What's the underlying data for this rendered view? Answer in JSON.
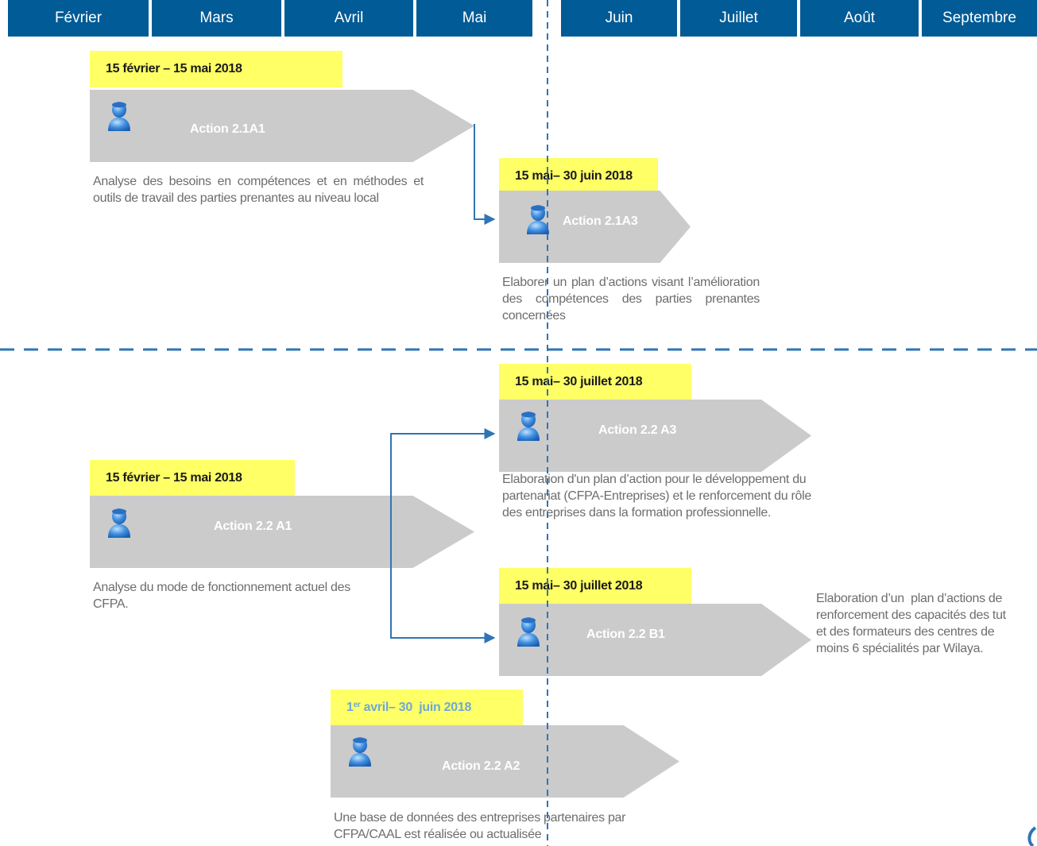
{
  "months": [
    "Février",
    "Mars",
    "Avril",
    "Mai",
    "Juin",
    "Juillet",
    "Août",
    "Septembre"
  ],
  "actions": {
    "a21a1": {
      "dates": "15 février – 15 mai 2018",
      "label": "Action 2.1A1",
      "desc": "Analyse des besoins en compétences et en méthodes et outils de travail des parties prenantes au niveau local"
    },
    "a21a3": {
      "dates": "15 mai– 30 juin 2018",
      "label": "Action 2.1A3",
      "desc": "Elaborer un plan d’actions visant l’amélioration des compétences des parties prenantes concernées"
    },
    "a22a3": {
      "dates": "15 mai– 30 juillet 2018",
      "label": "Action 2.2 A3",
      "desc": "Elaboration d'un plan d’action pour le développement du\npartenariat (CFPA-Entreprises) et le renforcement du rôle\ndes entreprises dans la formation professionnelle."
    },
    "a22a1": {
      "dates": "15 février – 15 mai 2018",
      "label": "Action 2.2 A1",
      "desc": "Analyse du mode de fonctionnement actuel des\nCFPA."
    },
    "a22b1": {
      "dates": "15 mai– 30 juillet 2018",
      "label": "Action 2.2  B1",
      "desc": "Elaboration d’un  plan d’actions de\nrenforcement des capacités des tut\net des formateurs des centres de\nmoins 6 spécialités par Wilaya."
    },
    "a22a2": {
      "date_sup": "er",
      "date_pre": "1",
      "date_rest": " avril– 30  juin 2018",
      "label": "Action 2.2 A2",
      "desc": "Une base de données des entreprises partenaires par\nCFPA/CAAL est réalisée ou actualisée"
    }
  },
  "icons": {
    "user": "user-icon",
    "connector_arrow": "arrow-right-icon"
  },
  "colors": {
    "month_bar": "#005b96",
    "date_highlight": "#ffff66",
    "action_shape": "#cbcbcb",
    "connector": "#2e75b6",
    "separator": "#2e75b6"
  }
}
